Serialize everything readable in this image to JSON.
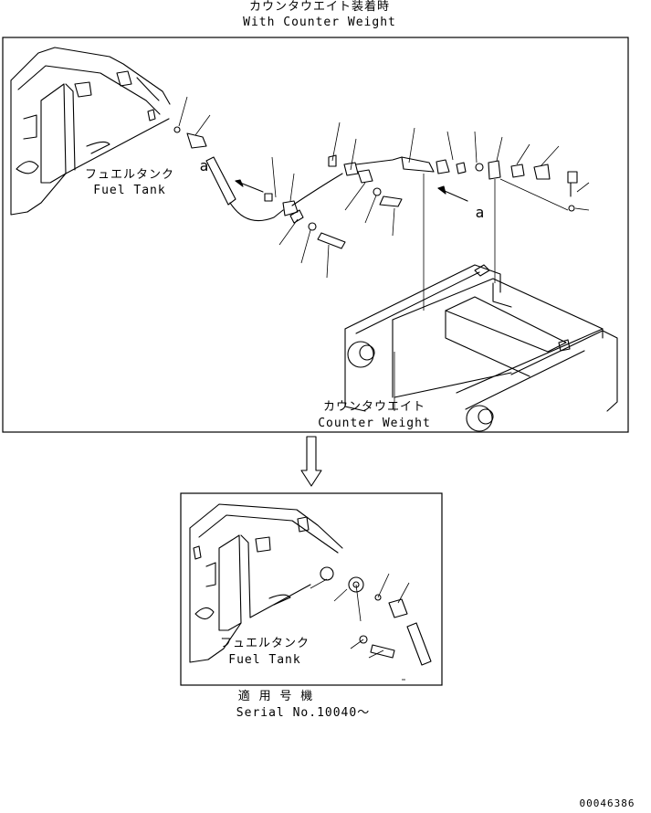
{
  "header": {
    "title_jp": "カウンタウエイト装着時",
    "title_en": "With Counter Weight"
  },
  "main_view": {
    "fuel_tank_jp": "フュエルタンク",
    "fuel_tank_en": "Fuel Tank",
    "counter_weight_jp": "カウンタウエイト",
    "counter_weight_en": "Counter Weight",
    "view_ref_1": "a",
    "view_ref_2": "a"
  },
  "inset_view": {
    "fuel_tank_jp": "フュエルタンク",
    "fuel_tank_en": "Fuel Tank",
    "applicable_jp": "適 用 号 機",
    "serial": "Serial No.10040～"
  },
  "footer": {
    "drawing_number": "00046386"
  }
}
